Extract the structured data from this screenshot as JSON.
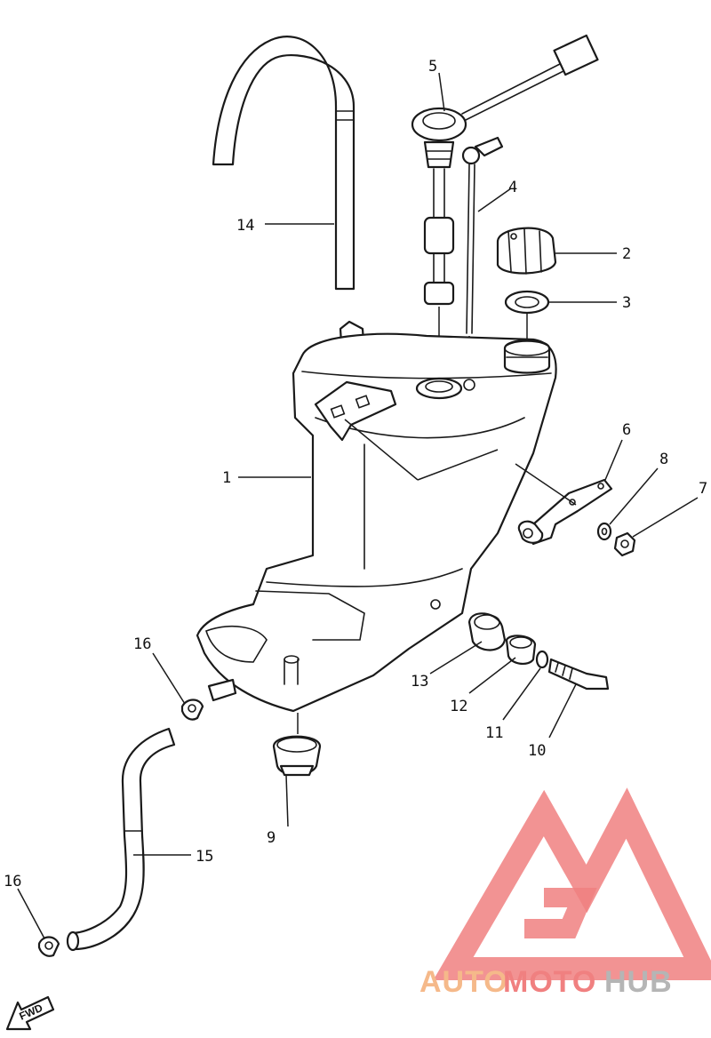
{
  "callouts": {
    "c1": "1",
    "c2": "2",
    "c3": "3",
    "c4": "4",
    "c5": "5",
    "c6": "6",
    "c7": "7",
    "c8": "8",
    "c9": "9",
    "c10": "10",
    "c11": "11",
    "c12": "12",
    "c13": "13",
    "c14": "14",
    "c15": "15",
    "c16a": "16",
    "c16b": "16"
  },
  "fwd_label": "FWD",
  "watermark": {
    "part1": "AUTO",
    "part2": "MOTO",
    "part3": "HUB",
    "color_orange": "#f5b98a",
    "color_red": "#f08080",
    "color_gray": "#b5b5b5"
  }
}
